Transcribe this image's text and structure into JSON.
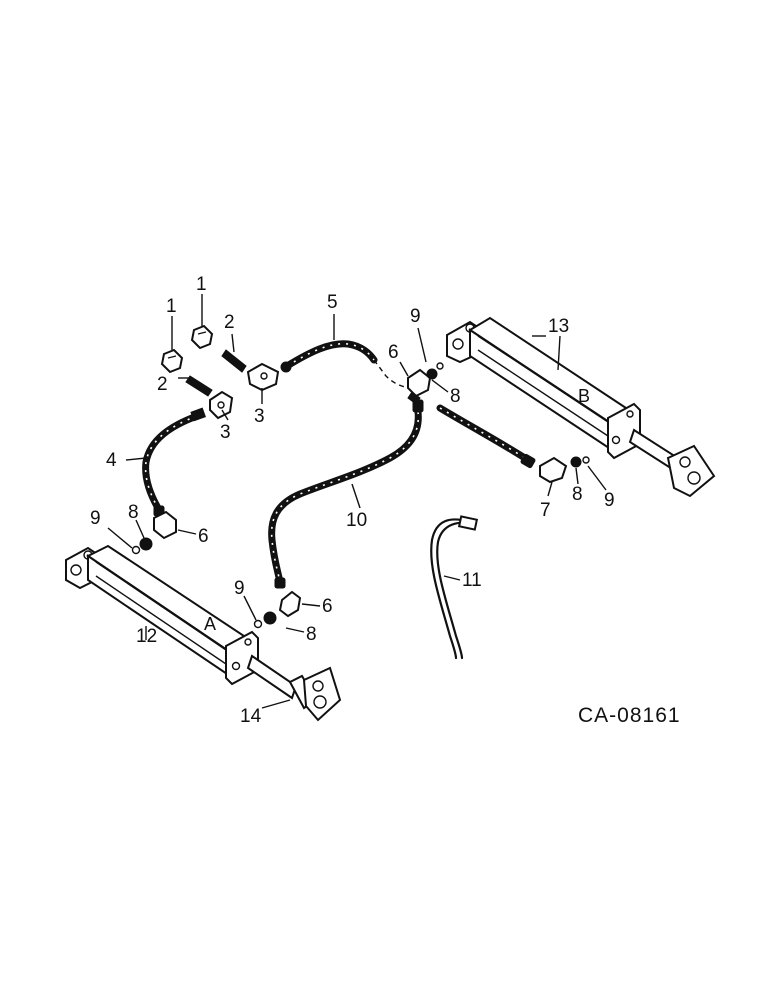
{
  "drawing_code": "CA-08161",
  "cylinder_letters": {
    "a": "A",
    "b": "B"
  },
  "callouts": [
    {
      "id": "c1a",
      "text": "1"
    },
    {
      "id": "c1b",
      "text": "1"
    },
    {
      "id": "c2a",
      "text": "2"
    },
    {
      "id": "c2b",
      "text": "2"
    },
    {
      "id": "c3a",
      "text": "3"
    },
    {
      "id": "c3b",
      "text": "3"
    },
    {
      "id": "c4",
      "text": "4"
    },
    {
      "id": "c5",
      "text": "5"
    },
    {
      "id": "c6a",
      "text": "6"
    },
    {
      "id": "c6b",
      "text": "6"
    },
    {
      "id": "c6c",
      "text": "6"
    },
    {
      "id": "c7",
      "text": "7"
    },
    {
      "id": "c8a",
      "text": "8"
    },
    {
      "id": "c8b",
      "text": "8"
    },
    {
      "id": "c8c",
      "text": "8"
    },
    {
      "id": "c8d",
      "text": "8"
    },
    {
      "id": "c9a",
      "text": "9"
    },
    {
      "id": "c9b",
      "text": "9"
    },
    {
      "id": "c9c",
      "text": "9"
    },
    {
      "id": "c9d",
      "text": "9"
    },
    {
      "id": "c10",
      "text": "10"
    },
    {
      "id": "c11",
      "text": "11"
    },
    {
      "id": "c12",
      "text": "12"
    },
    {
      "id": "c13",
      "text": "13"
    },
    {
      "id": "c14",
      "text": "14"
    }
  ]
}
